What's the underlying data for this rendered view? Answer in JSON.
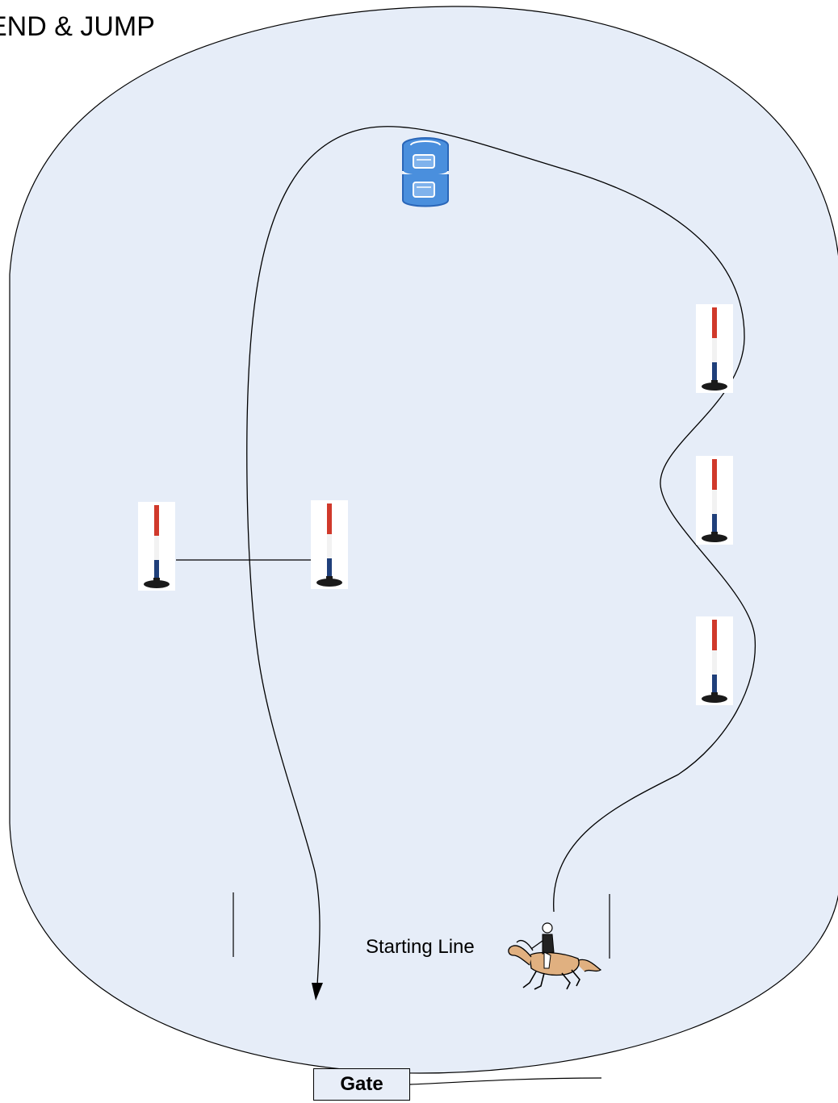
{
  "title": "END & JUMP",
  "starting_line_label": "Starting Line",
  "gate_label": "Gate",
  "colors": {
    "arena_fill": "#e6edf8",
    "outline": "#000000",
    "barrel_blue": "#3f86d8",
    "pole_red": "#d0392b",
    "pole_blue": "#1f3f7a",
    "horse_tan": "#e0b080"
  },
  "icons": [
    "barrel-icon",
    "pole-icon",
    "horse-rider-icon",
    "arrow-head-icon"
  ]
}
